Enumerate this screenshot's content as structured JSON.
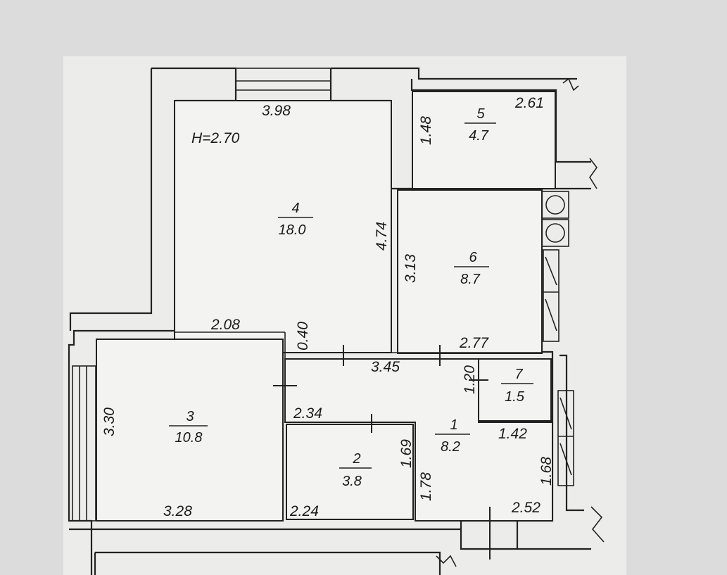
{
  "plan": {
    "ceiling_height": "H=2.70",
    "rooms": [
      {
        "id": "room-1",
        "number": "1",
        "area": "8.2"
      },
      {
        "id": "room-2",
        "number": "2",
        "area": "3.8"
      },
      {
        "id": "room-3",
        "number": "3",
        "area": "10.8"
      },
      {
        "id": "room-4",
        "number": "4",
        "area": "18.0"
      },
      {
        "id": "room-5",
        "number": "5",
        "area": "4.7"
      },
      {
        "id": "room-6",
        "number": "6",
        "area": "8.7"
      },
      {
        "id": "room-7",
        "number": "7",
        "area": "1.5"
      }
    ],
    "dimensions": {
      "d398": "3.98",
      "d474": "4.74",
      "d208": "2.08",
      "d040": "0.40",
      "d148": "1.48",
      "d261": "2.61",
      "d313": "3.13",
      "d277": "2.77",
      "d345": "3.45",
      "d120": "1.20",
      "d330": "3.30",
      "d234": "2.34",
      "d169": "1.69",
      "d142": "1.42",
      "d168": "1.68",
      "d178": "1.78",
      "d328": "3.28",
      "d224": "2.24",
      "d252": "2.52"
    }
  }
}
